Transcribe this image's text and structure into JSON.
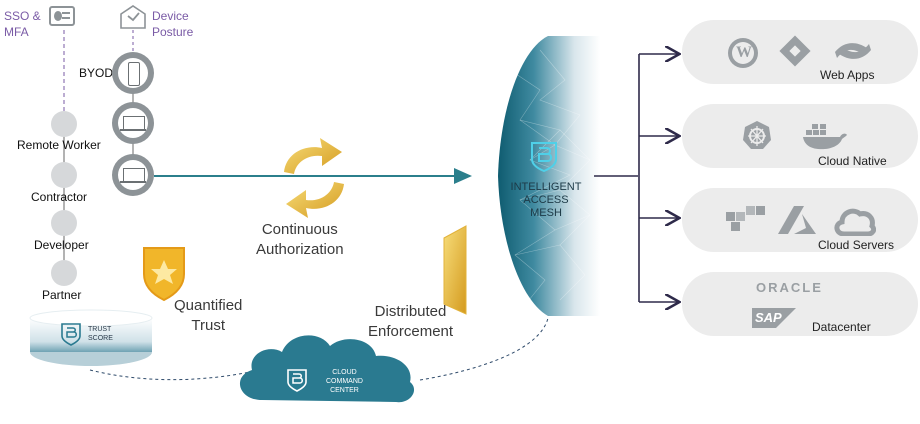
{
  "top": {
    "sso_label": "SSO &\nMFA",
    "device_posture_label": "Device\nPosture"
  },
  "devices": {
    "byod_label": "BYOD"
  },
  "users": [
    "Remote Worker",
    "Contractor",
    "Developer",
    "Partner"
  ],
  "center": {
    "continuous_auth": "Continuous\nAuthorization",
    "quantified_trust": "Quantified\nTrust",
    "distributed_enforcement": "Distributed\nEnforcement"
  },
  "mesh": {
    "label": "INTELLIGENT\nACCESS\nMESH"
  },
  "trust_score": {
    "label": "TRUST\nSCORE"
  },
  "command_center": {
    "label": "CLOUD\nCOMMAND\nCENTER"
  },
  "destinations": {
    "web_apps": "Web Apps",
    "cloud_native": "Cloud Native",
    "cloud_servers": "Cloud Servers",
    "datacenter": "Datacenter",
    "oracle_logo_text": "ORACLE",
    "sap_logo_text": "SAP"
  },
  "colors": {
    "mesh_dark": "#1a6a7e",
    "connector": "#2b7f8c",
    "arrow": "#2e2a4a",
    "purple": "#7a5ba6",
    "gold": "#f1c040",
    "card_bg": "#ececec"
  }
}
